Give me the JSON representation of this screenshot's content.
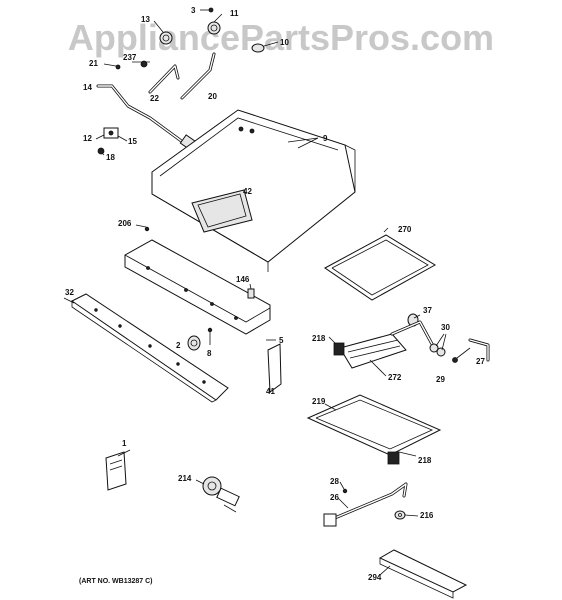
{
  "watermark": "AppliancePartsPros.com",
  "art_number": "(ART NO. WB13287 C)",
  "callouts": [
    {
      "id": "c3",
      "text": "3"
    },
    {
      "id": "c11",
      "text": "11"
    },
    {
      "id": "c13",
      "text": "13"
    },
    {
      "id": "c10",
      "text": "10"
    },
    {
      "id": "c21",
      "text": "21"
    },
    {
      "id": "c237",
      "text": "237"
    },
    {
      "id": "c22",
      "text": "22"
    },
    {
      "id": "c20",
      "text": "20"
    },
    {
      "id": "c14",
      "text": "14"
    },
    {
      "id": "c9",
      "text": "9"
    },
    {
      "id": "c12",
      "text": "12"
    },
    {
      "id": "c15",
      "text": "15"
    },
    {
      "id": "c18",
      "text": "18"
    },
    {
      "id": "c42",
      "text": "42"
    },
    {
      "id": "c206",
      "text": "206"
    },
    {
      "id": "c270",
      "text": "270"
    },
    {
      "id": "c146",
      "text": "146"
    },
    {
      "id": "c32",
      "text": "32"
    },
    {
      "id": "c37",
      "text": "37"
    },
    {
      "id": "c30",
      "text": "30"
    },
    {
      "id": "c218a",
      "text": "218"
    },
    {
      "id": "c2",
      "text": "2"
    },
    {
      "id": "c8",
      "text": "8"
    },
    {
      "id": "c5",
      "text": "5"
    },
    {
      "id": "c27",
      "text": "27"
    },
    {
      "id": "c272",
      "text": "272"
    },
    {
      "id": "c29",
      "text": "29"
    },
    {
      "id": "c41",
      "text": "41"
    },
    {
      "id": "c219",
      "text": "219"
    },
    {
      "id": "c1",
      "text": "1"
    },
    {
      "id": "c218b",
      "text": "218"
    },
    {
      "id": "c214",
      "text": "214"
    },
    {
      "id": "c28",
      "text": "28"
    },
    {
      "id": "c26",
      "text": "26"
    },
    {
      "id": "c216",
      "text": "216"
    },
    {
      "id": "c294",
      "text": "294"
    }
  ]
}
